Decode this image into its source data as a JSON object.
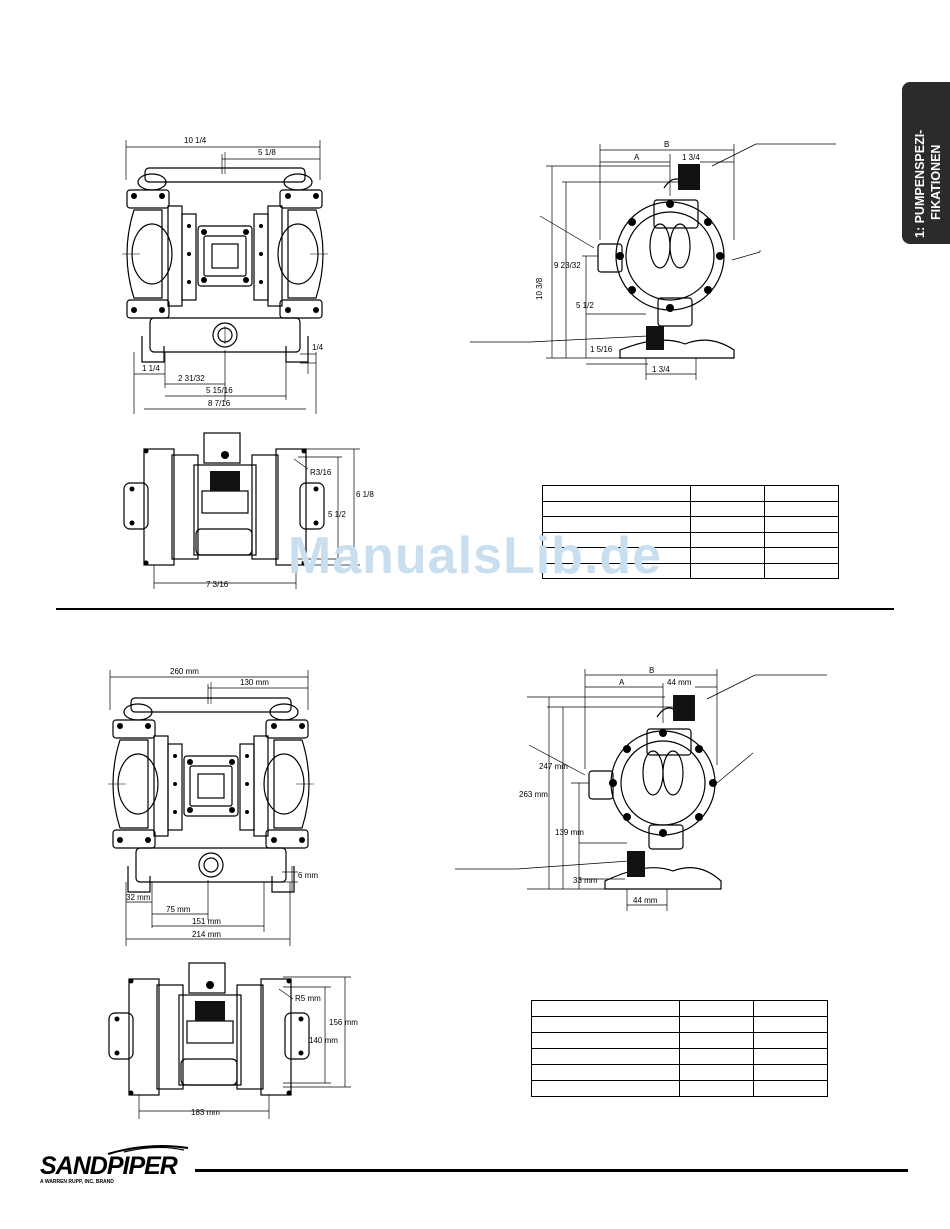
{
  "side_tab": {
    "line1": "1: PUMPENSPEZI-",
    "line2": "FIKATIONEN"
  },
  "watermark": "ManualsLib.de",
  "imperial": {
    "front_view": {
      "overall_width": "10 1/4",
      "half_width": "5 1/8",
      "inlet_offset": "1/4",
      "foot_left": "1 1/4",
      "foot_center": "2 31/32",
      "foot_span": "5 15/16",
      "base_width": "8 7/16"
    },
    "top_view": {
      "radius": "R3/16",
      "outer_depth": "6 1/8",
      "inner_depth": "5 1/2",
      "width": "7 3/16"
    },
    "side_view": {
      "label_b": "B",
      "label_a": "A",
      "discharge_offset": "1 3/4",
      "height_total": "10 3/8",
      "height_upper": "9 23/32",
      "height_mid": "5 1/2",
      "height_low": "1 5/16",
      "base_offset": "1 3/4"
    },
    "table_rows": 6
  },
  "metric": {
    "front_view": {
      "overall_width": "260 mm",
      "half_width": "130 mm",
      "inlet_offset": "6 mm",
      "foot_left": "32 mm",
      "foot_center": "75 mm",
      "foot_span": "151 mm",
      "base_width": "214 mm"
    },
    "top_view": {
      "radius": "R5 mm",
      "outer_depth": "156 mm",
      "inner_depth": "140 mm",
      "width": "183 mm"
    },
    "side_view": {
      "label_b": "B",
      "label_a": "A",
      "discharge_offset": "44 mm",
      "height_total": "263 mm",
      "height_upper": "247 mm",
      "height_mid": "139 mm",
      "height_low": "33 mm",
      "base_offset": "44 mm"
    },
    "table_rows": 6
  },
  "footer": {
    "brand": "SANDPIPER",
    "tagline": "A WARREN RUPP, INC. BRAND"
  }
}
